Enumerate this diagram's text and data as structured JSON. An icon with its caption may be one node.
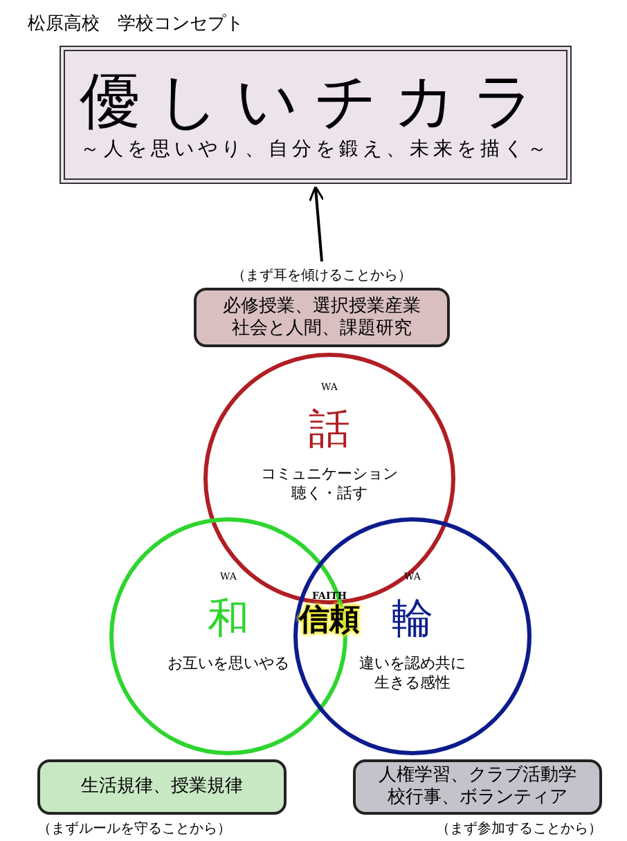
{
  "diagram": {
    "title": "松原高校　学校コンセプト",
    "nodes": [
      {
        "text": [
          "優しいチカラ",
          "～人を思いやり、自分を鍛え、未来を描く～"
        ]
      },
      {
        "text": [
          "必修授業、選択授業産業社会と人間、課題研究"
        ],
        "beside": [
          "（まず耳を傾けることから）"
        ]
      },
      {
        "text": [
          "WA",
          "話",
          "コミュニケーション聴く・話す"
        ]
      },
      {
        "text": [
          "WA",
          "和",
          "お互いを思いやる"
        ]
      },
      {
        "text": [
          "WA",
          "輪",
          "違いを認め共に生きる感性"
        ]
      },
      {
        "text": [
          "生活規律、授業規律"
        ],
        "beside": [
          "（まずルールを守ることから）"
        ]
      },
      {
        "text": [
          "人権学習、クラブ活動学校行事、ボランティア"
        ],
        "beside": [
          "（まず参加することから）"
        ]
      }
    ],
    "edges": [
      {
        "from": 1,
        "to": 0,
        "arrow": "to"
      }
    ],
    "labels": [
      "FAITH",
      "信頼"
    ]
  }
}
